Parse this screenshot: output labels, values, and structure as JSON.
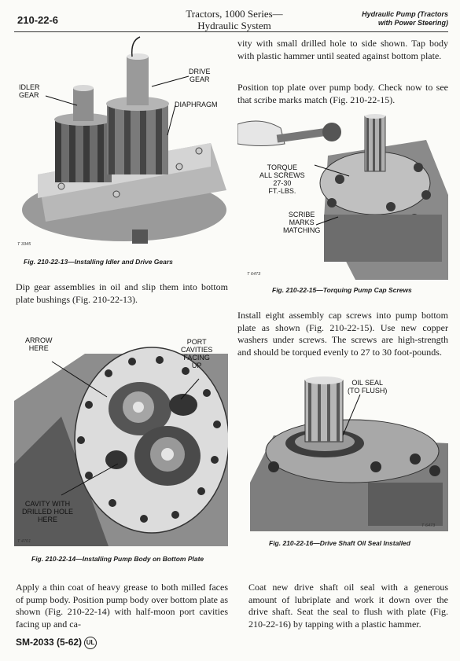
{
  "header": {
    "page_code": "210-22-6",
    "title_line1": "Tractors, 1000 Series—",
    "title_line2": "Hydraulic System",
    "section_line1": "Hydraulic Pump (Tractors",
    "section_line2": "with Power Steering)"
  },
  "figures": {
    "fig13": {
      "caption": "Fig. 210-22-13—Installing Idler and Drive Gears",
      "number": "T 3345",
      "labels": {
        "idler1": "IDLER",
        "idler2": "GEAR",
        "drive1": "DRIVE",
        "drive2": "GEAR",
        "diaphragm": "DIAPHRAGM"
      }
    },
    "fig14": {
      "caption": "Fig. 210-22-14—Installing Pump Body on Bottom Plate",
      "number": "T 4701",
      "labels": {
        "arrow1": "ARROW",
        "arrow2": "HERE",
        "port1": "PORT",
        "port2": "CAVITIES",
        "port3": "FACING",
        "port4": "UP",
        "cavity1": "CAVITY WITH",
        "cavity2": "DRILLED HOLE",
        "cavity3": "HERE"
      }
    },
    "fig15": {
      "caption": "Fig. 210-22-15—Torquing Pump Cap Screws",
      "number": "T 6473",
      "labels": {
        "torque1": "TORQUE",
        "torque2": "ALL SCREWS",
        "torque3": "27-30",
        "torque4": "FT.-LBS.",
        "scribe1": "SCRIBE",
        "scribe2": "MARKS",
        "scribe3": "MATCHING"
      }
    },
    "fig16": {
      "caption": "Fig. 210-22-16—Drive Shaft Oil Seal Installed",
      "number": "T 6473",
      "labels": {
        "seal1": "OIL SEAL",
        "seal2": "(TO FLUSH)"
      }
    }
  },
  "text": {
    "para_dip": "Dip gear assemblies in oil and slip them into bottom plate bushings (Fig. 210-22-13).",
    "para_grease": "Apply a thin coat of heavy grease to both milled faces of pump body. Position pump body over bottom plate as shown (Fig. 210-22-14) with half-moon port cavities facing up and ca-",
    "para_vity": "vity with small drilled hole to side shown. Tap body with plastic hammer until seated against bottom plate.",
    "para_top": "Position top plate over pump body. Check now to see that scribe marks match (Fig. 210-22-15).",
    "para_install": "Install eight assembly cap screws into pump bottom plate as shown (Fig. 210-22-15). Use new copper washers under screws. The screws are high-strength and should be torqued evenly to 27 to 30 foot-pounds.",
    "para_coat": "Coat new drive shaft oil seal with a generous amount of lubriplate and work it down over the drive shaft. Seat the seal to flush with plate (Fig. 210-22-16) by tapping with a plastic hammer."
  },
  "footer": {
    "code": "SM-2033 (5-62)",
    "seal": "UL"
  }
}
